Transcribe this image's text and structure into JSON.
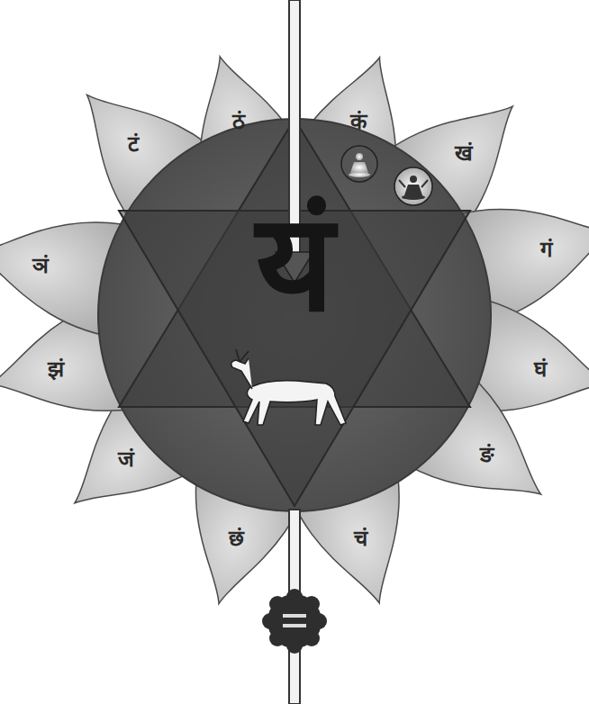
{
  "diagram": {
    "labels": [
      "कं",
      "खं",
      "गं",
      "घं",
      "ङं",
      "चं",
      "छं",
      "जं",
      "झं",
      "ञं",
      "टं",
      "ठं",
      "यं"
    ]
  }
}
